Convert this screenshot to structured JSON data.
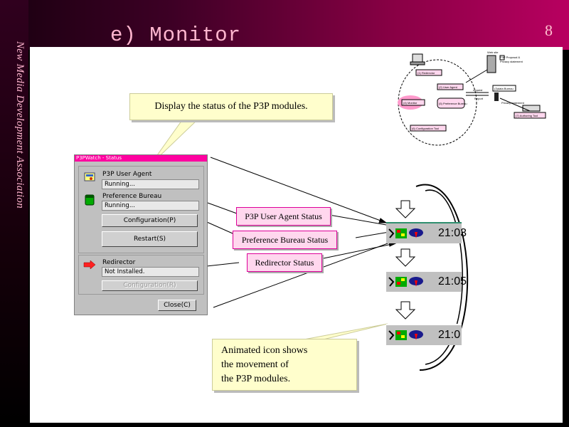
{
  "slide": {
    "title": "e) Monitor",
    "page_number": "8",
    "sidebar_text": "New Media Development Association"
  },
  "callouts": {
    "display_status": "Display the status of the P3P modules.",
    "animated_icon": [
      "Animated icon shows",
      "the movement of",
      "the P3P modules."
    ]
  },
  "labels": {
    "user_agent_status": "P3P User Agent Status",
    "pref_bureau_status": "Preference Bureau Status",
    "redirector_status": "Redirector Status"
  },
  "status_window": {
    "title": "P3PWatch - Status",
    "user_agent_label": "P3P User Agent",
    "user_agent_value": "Running...",
    "pref_bureau_label": "Preference Bureau",
    "pref_bureau_value": "Running...",
    "config_button": "Configuration(P)",
    "restart_button": "Restart(S)",
    "redirector_label": "Redirector",
    "redirector_value": "Not Installed.",
    "redirector_config_button": "Configuration(R)",
    "close_button": "Close(C)"
  },
  "tray": {
    "times": [
      "21:03",
      "21:05",
      "21:0"
    ]
  },
  "diagram": {
    "website": "Web site",
    "p3p_proposal": "P3P Proposal &",
    "privacy_statement": "Privacy statement",
    "redirector": "(1) Redirector",
    "user_agent": "(2) User Agent",
    "data_bureau": "(3)data Bureau",
    "monitor": "(4) Monitor",
    "pref_bureau": "(5) Preference Bureau",
    "config_tool": "(6) Configuration Tool",
    "authoring_tool": "(7) Authoring Tool",
    "request": "request",
    "report": "Report",
    "privacy_statement_2": "Privacy statement"
  },
  "colors": {
    "accent": "#ff00a0",
    "note_bg": "#fffecc",
    "label_bg": "#ffd7ee"
  }
}
